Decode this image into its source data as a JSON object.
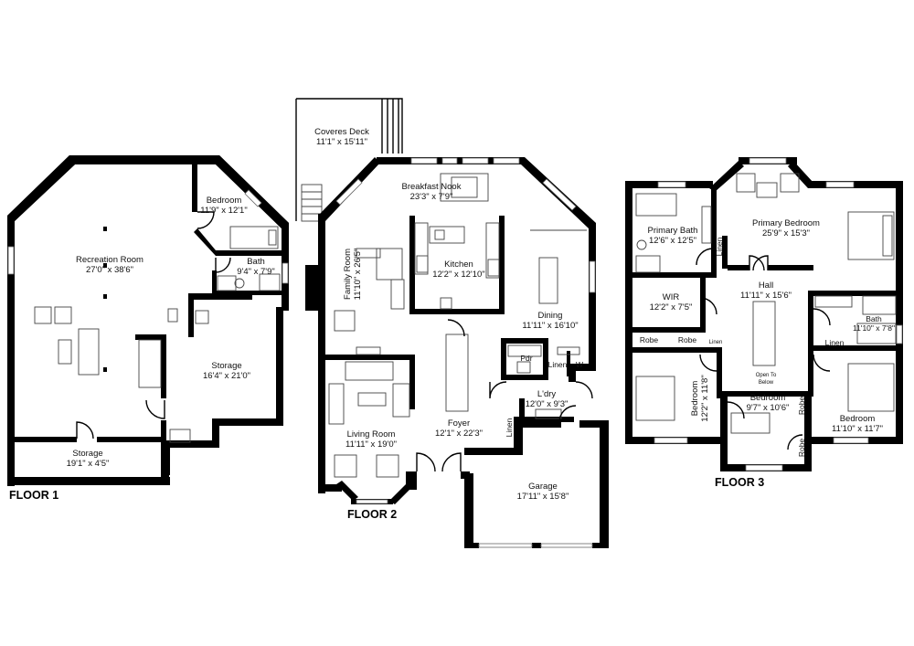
{
  "floors": {
    "f1": {
      "label": "FLOOR 1",
      "rooms": {
        "recreation": {
          "name": "Recreation Room",
          "dims": "27'0\" x 38'6\""
        },
        "bedroom": {
          "name": "Bedroom",
          "dims": "11'9\" x 12'1\""
        },
        "bath": {
          "name": "Bath",
          "dims": "9'4\" x 7'9\""
        },
        "storage_main": {
          "name": "Storage",
          "dims": "16'4\" x 21'0\""
        },
        "storage_small": {
          "name": "Storage",
          "dims": "19'1\" x 4'5\""
        }
      }
    },
    "f2": {
      "label": "FLOOR 2",
      "rooms": {
        "deck": {
          "name": "Coveres Deck",
          "dims": "11'1\" x 15'11\""
        },
        "nook": {
          "name": "Breakfast Nook",
          "dims": "23'3\" x 7'9\""
        },
        "family": {
          "name": "Family Room",
          "dims": "11'10\" x 26'5\""
        },
        "kitchen": {
          "name": "Kitchen",
          "dims": "12'2\" x 12'10\""
        },
        "dining": {
          "name": "Dining",
          "dims": "11'11\" x 16'10\""
        },
        "pdr": {
          "name": "Pdr"
        },
        "linen": {
          "name": "Linen"
        },
        "linen2": {
          "name": "Linen"
        },
        "w": {
          "name": "W"
        },
        "laundry": {
          "name": "L'dry",
          "dims": "12'0\" x 9'3\""
        },
        "living": {
          "name": "Living Room",
          "dims": "11'11\" x 19'0\""
        },
        "foyer": {
          "name": "Foyer",
          "dims": "12'1\" x 22'3\""
        },
        "garage": {
          "name": "Garage",
          "dims": "17'11\" x 15'8\""
        }
      }
    },
    "f3": {
      "label": "FLOOR 3",
      "rooms": {
        "primary_bath": {
          "name": "Primary Bath",
          "dims": "12'6\" x 12'5\""
        },
        "primary_bed": {
          "name": "Primary Bedroom",
          "dims": "25'9\" x 15'3\""
        },
        "linen_a": {
          "name": "Linen"
        },
        "wir": {
          "name": "WIR",
          "dims": "12'2\" x 7'5\""
        },
        "hall": {
          "name": "Hall",
          "dims": "11'11\" x 15'6\""
        },
        "bath": {
          "name": "Bath",
          "dims": "11'10\" x 7'8\""
        },
        "linen_b": {
          "name": "Linen"
        },
        "linen_c": {
          "name": "Linen"
        },
        "robe_a": {
          "name": "Robe"
        },
        "robe_b": {
          "name": "Robe"
        },
        "robe_c": {
          "name": "Robe"
        },
        "robe_d": {
          "name": "Robe"
        },
        "bed_left": {
          "name": "Bedroom",
          "dims": "12'2\" x 11'8\""
        },
        "bed_mid": {
          "name": "Bedroom",
          "dims": "9'7\" x 10'6\""
        },
        "bed_right": {
          "name": "Bedroom",
          "dims": "11'10\" x 11'7\""
        },
        "open_to": {
          "name": "Open To",
          "sub": "Below"
        }
      }
    }
  }
}
